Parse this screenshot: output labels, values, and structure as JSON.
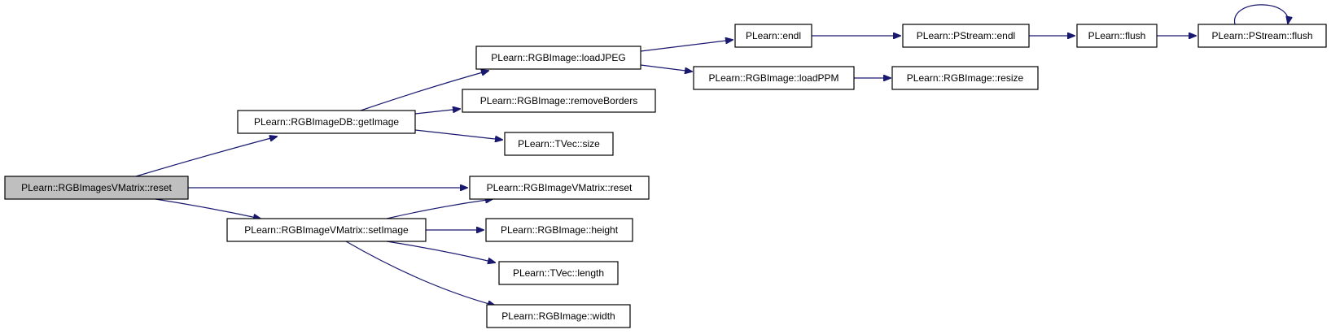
{
  "colors": {
    "edge": "#191970",
    "node_fill": "#ffffff",
    "root_fill": "#bfbfbf",
    "node_border": "#000000"
  },
  "nodes": {
    "root": "PLearn::RGBImagesVMatrix::reset",
    "get_image": "PLearn::RGBImageDB::getImage",
    "set_image": "PLearn::RGBImageVMatrix::setImage",
    "vmatrix_reset": "PLearn::RGBImageVMatrix::reset",
    "load_jpeg": "PLearn::RGBImage::loadJPEG",
    "remove_borders": "PLearn::RGBImage::removeBorders",
    "tvec_size": "PLearn::TVec::size",
    "height": "PLearn::RGBImage::height",
    "tvec_length": "PLearn::TVec::length",
    "width": "PLearn::RGBImage::width",
    "endl": "PLearn::endl",
    "load_ppm": "PLearn::RGBImage::loadPPM",
    "pstream_endl": "PLearn::PStream::endl",
    "resize": "PLearn::RGBImage::resize",
    "flush": "PLearn::flush",
    "pstream_flush": "PLearn::PStream::flush"
  }
}
